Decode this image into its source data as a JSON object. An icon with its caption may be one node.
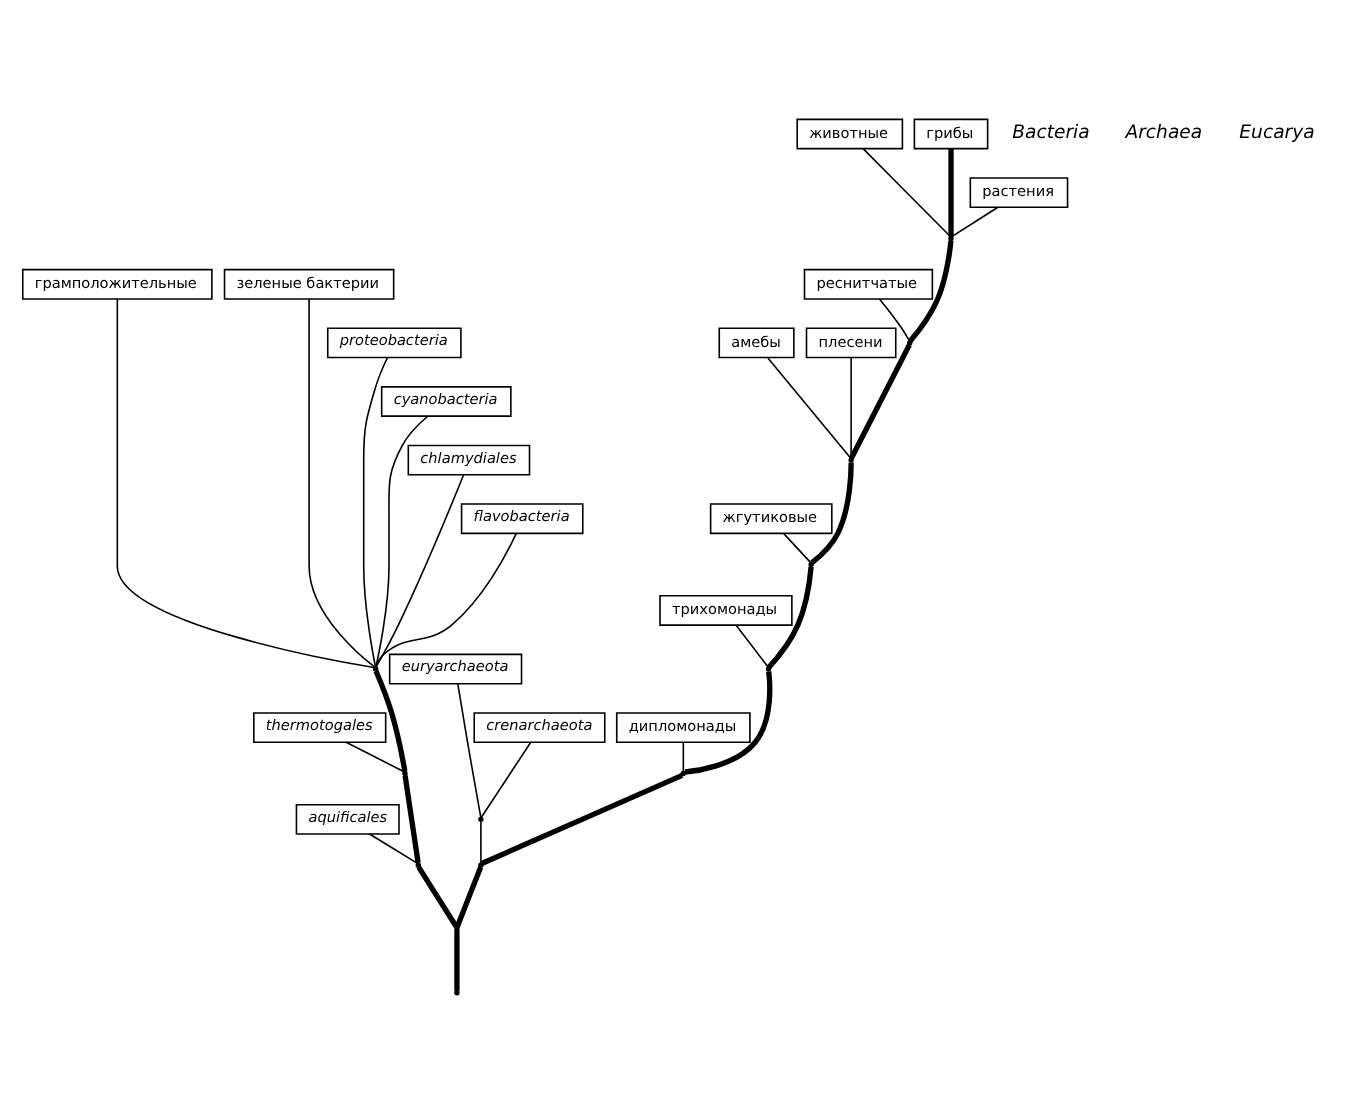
{
  "diagram": {
    "nodes": [
      {
        "text": [
          "грамположительные"
        ]
      },
      {
        "text": [
          "зеленые бактерии"
        ]
      },
      {
        "text": [
          "proteobacteria"
        ]
      },
      {
        "text": [
          "cyanobacteria"
        ]
      },
      {
        "text": [
          "chlamydiales"
        ]
      },
      {
        "text": [
          "flavobacteria"
        ]
      },
      {
        "text": [
          "thermotogales"
        ]
      },
      {
        "text": [
          "aquificales"
        ]
      },
      {
        "text": [
          "амебы"
        ]
      },
      {
        "text": [
          "euryarchaeota"
        ]
      },
      {
        "text": [
          "crenarchaeota"
        ]
      },
      {
        "text": [
          "животные"
        ]
      },
      {
        "text": [
          "грибы"
        ]
      },
      {
        "text": [
          "плесени"
        ]
      },
      {
        "text": [
          "растения"
        ]
      },
      {
        "text": [
          "реснитчатые"
        ]
      },
      {
        "text": [
          "жгутиковые"
        ]
      },
      {
        "text": [
          "трихомонады"
        ]
      },
      {
        "text": [
          "дипломонады"
        ]
      },
      {
        "text": [],
        "shape": "point"
      },
      {
        "text": [],
        "shape": "point"
      },
      {
        "text": [],
        "shape": "point"
      },
      {
        "text": [],
        "shape": "point"
      },
      {
        "text": [],
        "shape": "point"
      },
      {
        "text": [],
        "shape": "point"
      },
      {
        "text": [],
        "shape": "point"
      },
      {
        "text": [],
        "shape": "point"
      },
      {
        "text": [],
        "shape": "point"
      },
      {
        "text": [],
        "shape": "point"
      },
      {
        "text": [],
        "shape": "point"
      },
      {
        "text": [],
        "shape": "point"
      },
      {
        "text": [],
        "shape": "point"
      }
    ],
    "edges": [
      {
        "from": 19,
        "to": 20,
        "arrow": "none",
        "style": "thick"
      },
      {
        "from": 20,
        "to": 23,
        "arrow": "none",
        "style": "thick"
      },
      {
        "from": 23,
        "to": 22,
        "arrow": "none",
        "style": "thick"
      },
      {
        "from": 22,
        "to": 21,
        "arrow": "none",
        "style": "thick"
      },
      {
        "from": 21,
        "to": 0,
        "arrow": "none"
      },
      {
        "from": 21,
        "to": 1,
        "arrow": "none"
      },
      {
        "from": 21,
        "to": 2,
        "arrow": "none"
      },
      {
        "from": 21,
        "to": 3,
        "arrow": "none"
      },
      {
        "from": 21,
        "to": 4,
        "arrow": "none"
      },
      {
        "from": 21,
        "to": 5,
        "arrow": "none"
      },
      {
        "from": 22,
        "to": 6,
        "arrow": "none"
      },
      {
        "from": 23,
        "to": 7,
        "arrow": "none"
      },
      {
        "from": 20,
        "to": 24,
        "arrow": "none",
        "style": "thick"
      },
      {
        "from": 24,
        "to": 25,
        "arrow": "none"
      },
      {
        "from": 25,
        "to": 9,
        "arrow": "none"
      },
      {
        "from": 25,
        "to": 10,
        "arrow": "none"
      },
      {
        "from": 24,
        "to": 26,
        "arrow": "none",
        "style": "thick"
      },
      {
        "from": 26,
        "to": 18,
        "arrow": "none"
      },
      {
        "from": 26,
        "to": 27,
        "arrow": "none",
        "style": "thick"
      },
      {
        "from": 27,
        "to": 17,
        "arrow": "none"
      },
      {
        "from": 27,
        "to": 28,
        "arrow": "none",
        "style": "thick"
      },
      {
        "from": 28,
        "to": 16,
        "arrow": "none"
      },
      {
        "from": 28,
        "to": 29,
        "arrow": "none",
        "style": "thick"
      },
      {
        "from": 29,
        "to": 8,
        "arrow": "none"
      },
      {
        "from": 29,
        "to": 13,
        "arrow": "none"
      },
      {
        "from": 29,
        "to": 30,
        "arrow": "none",
        "style": "thick"
      },
      {
        "from": 30,
        "to": 15,
        "arrow": "none"
      },
      {
        "from": 30,
        "to": 31,
        "arrow": "none",
        "style": "thick"
      },
      {
        "from": 31,
        "to": 11,
        "arrow": "none"
      },
      {
        "from": 31,
        "to": 14,
        "arrow": "none"
      },
      {
        "from": 31,
        "to": 12,
        "arrow": "none",
        "style": "thick"
      }
    ],
    "labels": [
      "Bacteria",
      "Archaea",
      "Eucarya"
    ]
  }
}
